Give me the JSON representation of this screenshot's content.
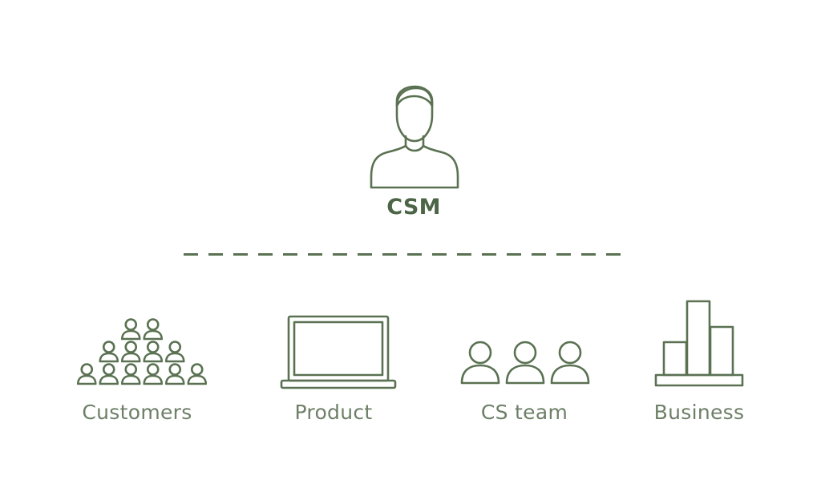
{
  "top_node": {
    "label": "CSM",
    "icon": "person-icon"
  },
  "nodes": [
    {
      "label": "Customers",
      "icon": "crowd-icon"
    },
    {
      "label": "Product",
      "icon": "laptop-icon"
    },
    {
      "label": "CS team",
      "icon": "team-icon"
    },
    {
      "label": "Business",
      "icon": "bar-chart-icon"
    }
  ],
  "colors": {
    "stroke": "#5a7152",
    "text": "#6d7f67",
    "background": "#ffffff"
  }
}
